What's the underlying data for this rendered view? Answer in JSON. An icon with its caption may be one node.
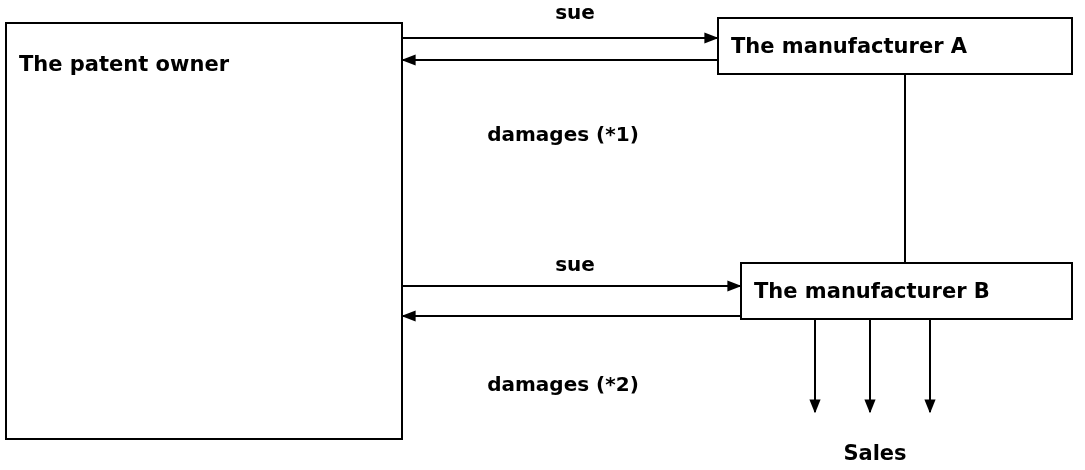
{
  "diagram": {
    "nodes": [
      {
        "text": [
          "The patent owner"
        ]
      },
      {
        "text": [
          "The manufacturer A"
        ]
      },
      {
        "text": [
          "The manufacturer B"
        ]
      },
      {
        "text": [
          "Sales"
        ]
      }
    ],
    "edges": [
      {
        "from": 0,
        "to": 1,
        "arrow": "to",
        "label": "sue"
      },
      {
        "from": 1,
        "to": 0,
        "arrow": "to",
        "label": "damages (*1)"
      },
      {
        "from": 1,
        "to": 2,
        "arrow": "none"
      },
      {
        "from": 0,
        "to": 2,
        "arrow": "to",
        "label": "sue"
      },
      {
        "from": 2,
        "to": 0,
        "arrow": "to",
        "label": "damages (*2)"
      },
      {
        "from": 2,
        "to": 3,
        "arrow": "to"
      },
      {
        "from": 2,
        "to": 3,
        "arrow": "to"
      },
      {
        "from": 2,
        "to": 3,
        "arrow": "to"
      }
    ]
  }
}
